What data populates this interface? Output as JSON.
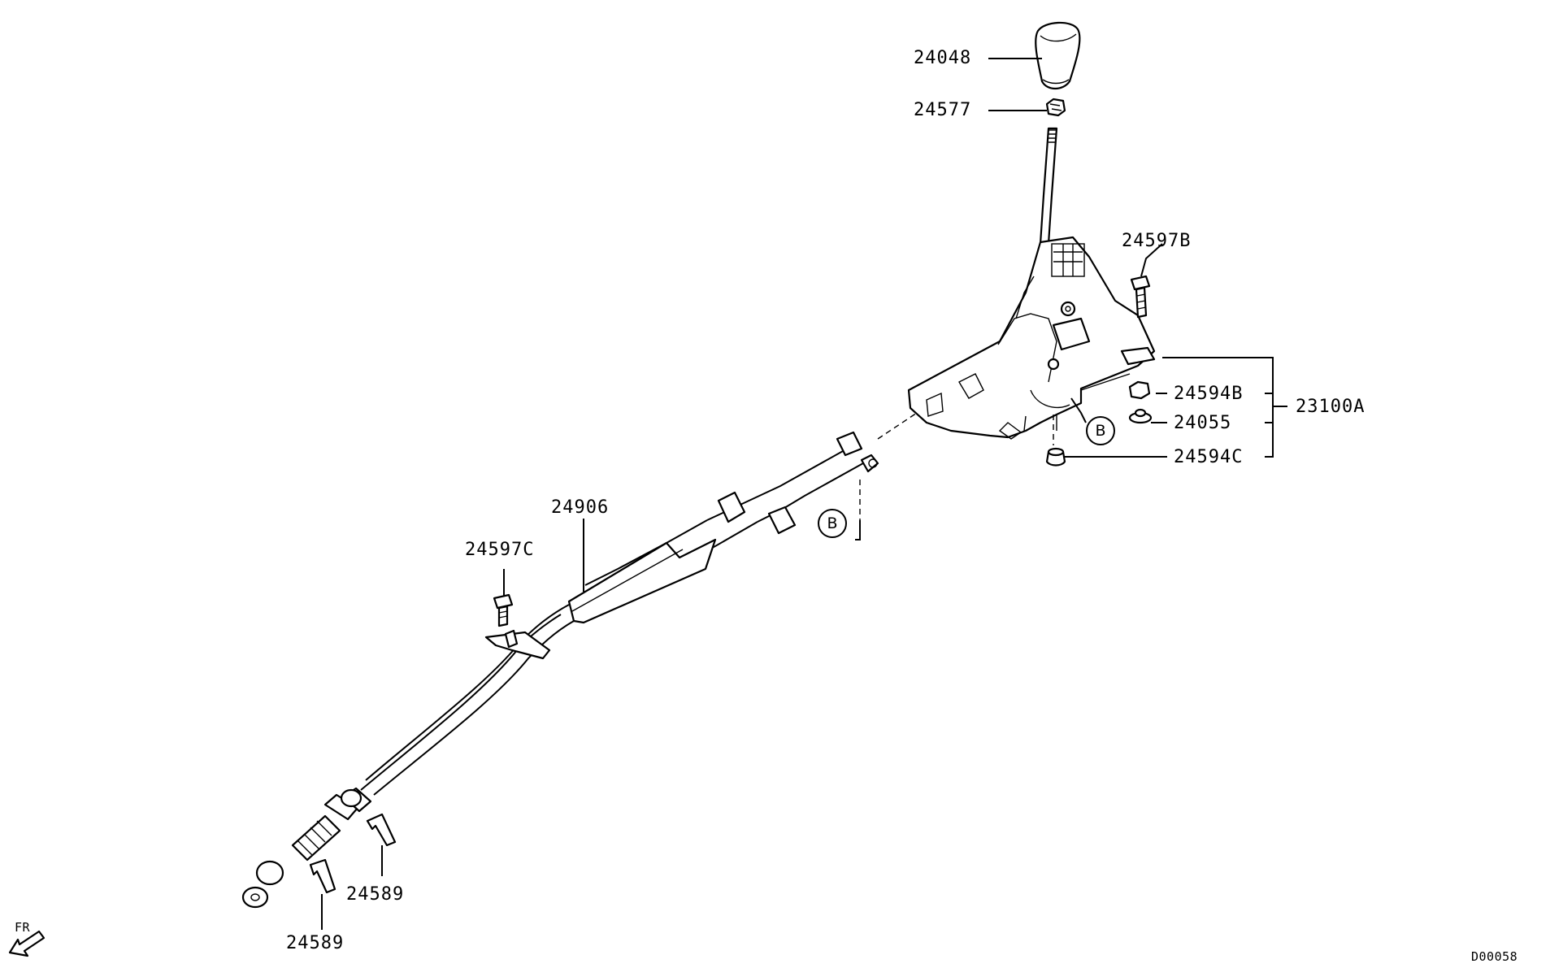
{
  "callouts": {
    "knob": "24048",
    "nut_top": "24577",
    "bolt_right": "24597B",
    "nut_b": "24594B",
    "assembly": "23100A",
    "washer": "24055",
    "cap_c": "24594C",
    "cable": "24906",
    "bolt_left": "24597C",
    "clip_1": "24589",
    "clip_2": "24589"
  },
  "markers": {
    "b_upper": "B",
    "b_lower": "B"
  },
  "direction": "FR",
  "drawing_code": "D00058"
}
